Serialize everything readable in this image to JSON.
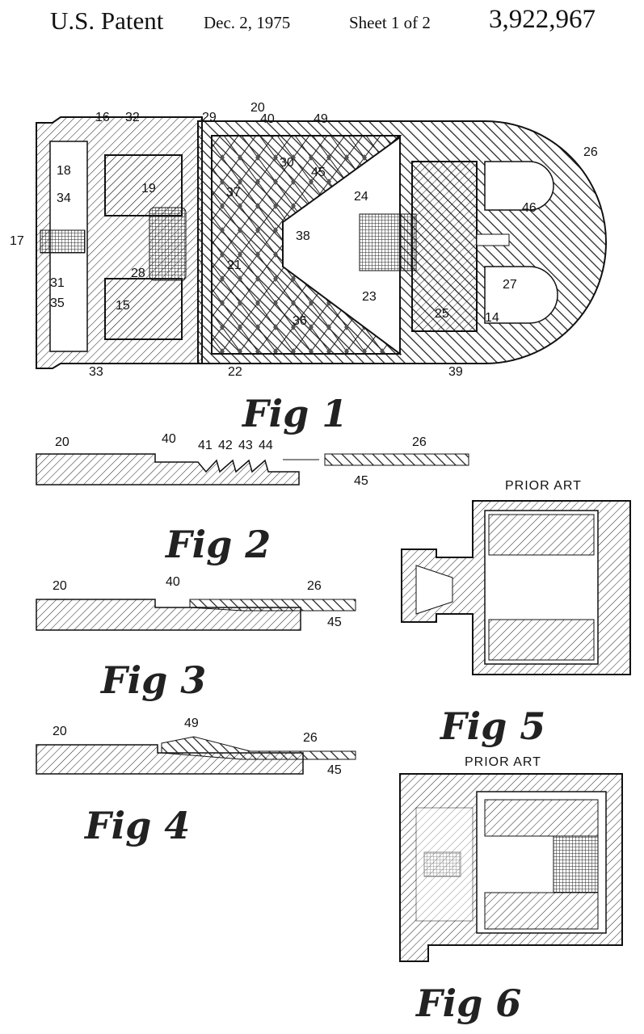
{
  "header": {
    "office": "U.S. Patent",
    "date": "Dec. 2, 1975",
    "sheet": "Sheet 1 of 2",
    "patent_number": "3,922,967"
  },
  "fig1": {
    "caption": "Fig 1",
    "labels": [
      "16",
      "32",
      "29",
      "20",
      "40",
      "49",
      "26",
      "18",
      "34",
      "19",
      "37",
      "30",
      "45",
      "24",
      "46",
      "17",
      "38",
      "31",
      "28",
      "21",
      "27",
      "35",
      "15",
      "23",
      "25",
      "14",
      "36",
      "33",
      "22",
      "39"
    ]
  },
  "fig2": {
    "caption": "Fig 2",
    "labels": [
      "20",
      "40",
      "41",
      "42",
      "43",
      "44",
      "26",
      "45"
    ]
  },
  "fig3": {
    "caption": "Fig 3",
    "labels": [
      "20",
      "40",
      "26",
      "45"
    ]
  },
  "fig4": {
    "caption": "Fig 4",
    "labels": [
      "20",
      "49",
      "26",
      "45"
    ]
  },
  "fig5": {
    "caption": "Fig 5",
    "note": "PRIOR ART"
  },
  "fig6": {
    "caption": "Fig 6",
    "note": "PRIOR ART"
  }
}
